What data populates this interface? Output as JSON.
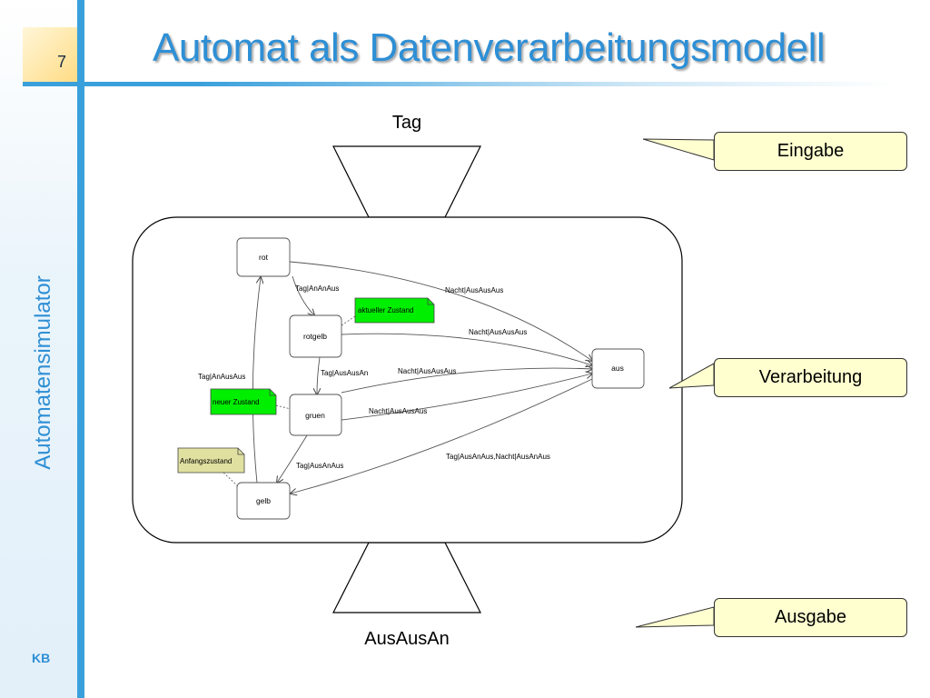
{
  "slide": {
    "number": "7",
    "title": "Automat als Datenverarbeitungsmodell",
    "side_label": "Automatensimulator",
    "footer": "KB"
  },
  "io": {
    "input_label": "Tag",
    "output_label": "AusAusAn"
  },
  "callouts": {
    "input": "Eingabe",
    "processing": "Verarbeitung",
    "output": "Ausgabe"
  },
  "automaton": {
    "states": {
      "rot": "rot",
      "rotgelb": "rotgelb",
      "gruen": "gruen",
      "gelb": "gelb",
      "aus": "aus"
    },
    "transitions": {
      "rot_rotgelb": "Tag|AnAnAus",
      "rot_aus": "Nacht|AusAusAus",
      "rotgelb_aus": "Nacht|AusAusAus",
      "rotgelb_gruen": "Tag|AusAusAn",
      "gruen_aus": "Nacht|AusAusAus",
      "gruen_aus_2": "Nacht|AusAusAus",
      "gelb_rot": "Tag|AnAusAus",
      "gruen_gelb": "Tag|AusAnAus",
      "aus_gelb": "Tag|AusAnAus,Nacht|AusAnAus"
    },
    "notes": {
      "current": "aktueller Zustand",
      "new": "neuer Zustand",
      "initial": "Anfangszustand"
    }
  },
  "colors": {
    "accent": "#2e8fd5",
    "note_green": "#00ee00",
    "note_khaki": "#e0e0a0",
    "callout_fill": "#ffffd0"
  }
}
